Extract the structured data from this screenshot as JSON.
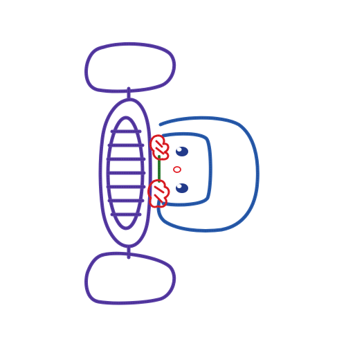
{
  "artwork": {
    "kind": "embroidery-illustration",
    "subject": "character-with-drum",
    "colors": {
      "background": "#ffffff",
      "drum_outline": "#5a3fa6",
      "drum_outline_dark": "#4a2f96",
      "face_outline": "#2d5fae",
      "face_outline_dark": "#1f4f9e",
      "eye": "#223a8a",
      "cheek": "#e21f26",
      "collar": "#2e7d32",
      "ruffle": "#e21f26"
    },
    "icons": {
      "top_stick_pad": "rounded-pad",
      "bottom_stick_pad": "rounded-pad",
      "drum": "striped-drum",
      "head": "rounded-head"
    }
  }
}
